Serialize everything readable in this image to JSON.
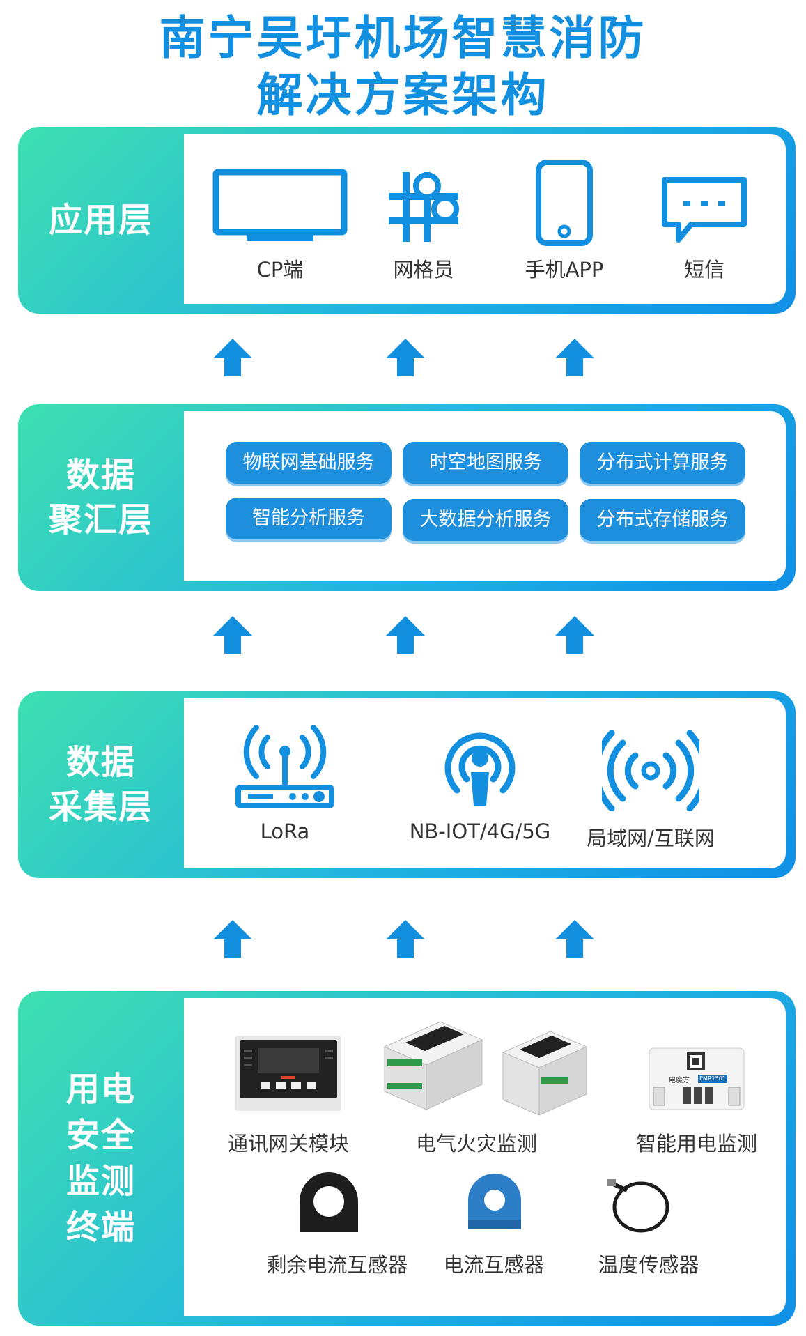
{
  "title": {
    "line1": "南宁吴圩机场智慧消防",
    "line2": "解决方案架构"
  },
  "layers": {
    "application": {
      "label": "应用层",
      "items": [
        "CP端",
        "网格员",
        "手机APP",
        "短信"
      ]
    },
    "data_aggregation": {
      "label_line1": "数据",
      "label_line2": "聚汇层",
      "services": [
        "物联网基础服务",
        "时空地图服务",
        "分布式计算服务",
        "智能分析服务",
        "大数据分析服务",
        "分布式存储服务"
      ]
    },
    "data_collection": {
      "label_line1": "数据",
      "label_line2": "采集层",
      "items": [
        "LoRa",
        "NB-IOT/4G/5G",
        "局域网/互联网"
      ]
    },
    "terminal": {
      "label_lines": [
        "用电",
        "安全",
        "监测",
        "终端"
      ],
      "devices_row1": [
        "通讯网关模块",
        "电气火灾监测",
        "智能用电监测"
      ],
      "devices_row2": [
        "剩余电流互感器",
        "电流互感器",
        "温度传感器"
      ],
      "device_brand": "电魔方",
      "device_model": "EMR1501"
    }
  },
  "colors": {
    "accent": "#1290df",
    "gradient_start": "#3ee0b0",
    "gradient_end": "#0f8fe6",
    "pill": "#1e8fdc"
  },
  "icons": [
    "monitor-icon",
    "grid-node-icon",
    "smartphone-icon",
    "chat-bubble-icon",
    "router-icon",
    "broadcast-person-icon",
    "wireless-signal-icon",
    "up-arrow-icon"
  ]
}
